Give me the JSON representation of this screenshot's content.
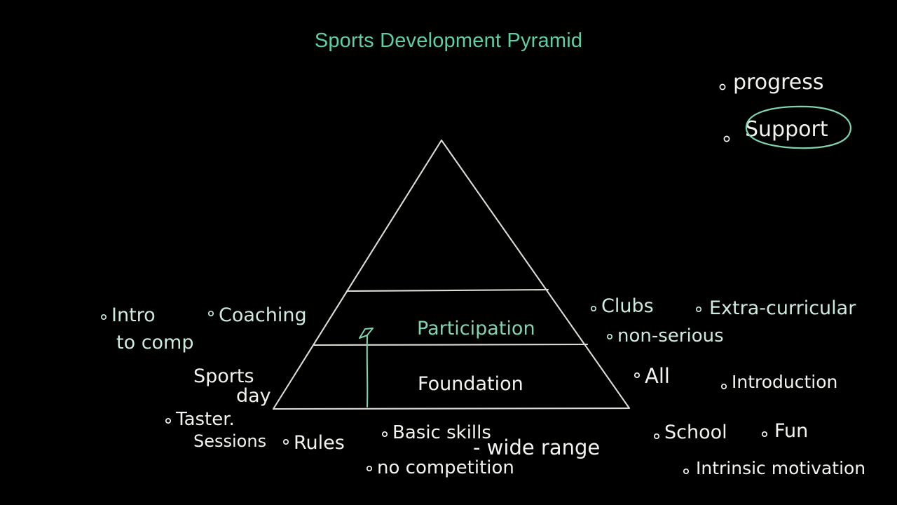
{
  "page": {
    "background_color": "#000000",
    "title": "Sports Development Pyramid",
    "title_color": "#5ecfa3"
  },
  "pyramid": {
    "name": "sports-development-pyramid",
    "outline_color": "#dcdcd6",
    "levels": [
      {
        "label": "",
        "name": "excellence-tier",
        "note": "unlabeled top tier"
      },
      {
        "label": "Participation",
        "name": "participation-tier",
        "text_color": "#82d4b0"
      },
      {
        "label": "Foundation",
        "name": "foundation-tier",
        "text_color": "#f2f2ee"
      }
    ],
    "arrow": {
      "name": "progression-arrow",
      "direction": "up",
      "color": "#82d4b0"
    }
  },
  "annotations": {
    "top_right": [
      {
        "label": "progress",
        "color": "#f2f2ee",
        "circled": false
      },
      {
        "label": "Support",
        "color": "#f2f2ee",
        "circled": true,
        "circle_color": "#7fd3ad"
      }
    ],
    "left": [
      {
        "label": "Intro to comp",
        "color": "#cdeade"
      },
      {
        "label": "Coaching",
        "color": "#cdeade"
      },
      {
        "label": "Sports day",
        "color": "#f2f2ee"
      },
      {
        "label": "Taster Sessions",
        "color": "#f2f2ee"
      }
    ],
    "bottom": [
      {
        "label": "Rules",
        "color": "#f2f2ee"
      },
      {
        "label": "Basic skills",
        "color": "#f2f2ee"
      },
      {
        "label": "no competition",
        "color": "#f2f2ee"
      },
      {
        "label": "- wide range",
        "color": "#f2f2ee"
      }
    ],
    "right": [
      {
        "label": "Clubs",
        "color": "#cdeade"
      },
      {
        "label": "Extra-curricular",
        "color": "#cdeade"
      },
      {
        "label": "non-serious",
        "color": "#cdeade"
      },
      {
        "label": "All",
        "color": "#f2f2ee"
      },
      {
        "label": "Introduction",
        "color": "#f2f2ee"
      },
      {
        "label": "School",
        "color": "#f2f2ee"
      },
      {
        "label": "Fun",
        "color": "#f2f2ee"
      },
      {
        "label": "Intrinsic motivation",
        "color": "#f2f2ee"
      }
    ]
  }
}
